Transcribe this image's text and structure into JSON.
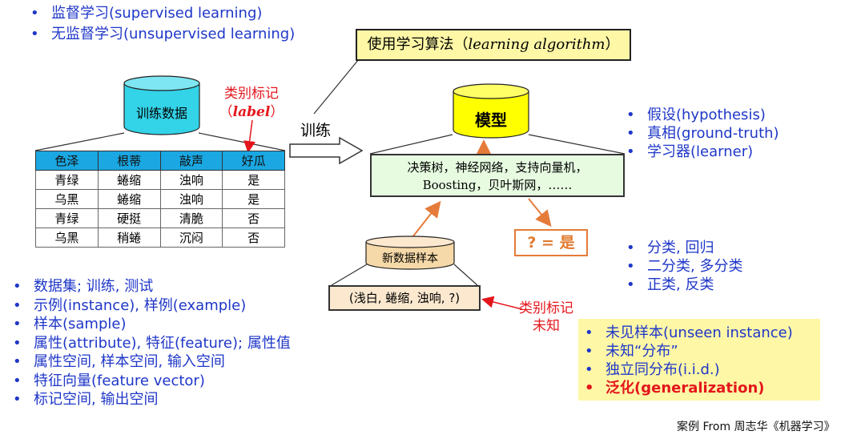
{
  "top_list": [
    "监督学习(supervised learning)",
    "无监督学习(unsupervised learning)"
  ],
  "algorithm_box": {
    "prefix": "使用学习算法（",
    "italic": "learning algorithm",
    "suffix": "）"
  },
  "training_data_label": "训练数据",
  "label_annotation": {
    "line1": "类别标记",
    "line2_open": "（",
    "line2_italic": "label",
    "line2_close": "）"
  },
  "table": {
    "headers": [
      "色泽",
      "根蒂",
      "敲声",
      "好瓜"
    ],
    "rows": [
      [
        "青绿",
        "蜷缩",
        "浊响",
        "是"
      ],
      [
        "乌黑",
        "蜷缩",
        "浊响",
        "是"
      ],
      [
        "青绿",
        "硬挺",
        "清脆",
        "否"
      ],
      [
        "乌黑",
        "稍蜷",
        "沉闷",
        "否"
      ]
    ]
  },
  "train_label": "训练",
  "model_label": "模型",
  "model_examples": {
    "line1": "决策树，神经网络，支持向量机，",
    "line2": "Boosting，贝叶斯网，……"
  },
  "right_list1": [
    "假设(hypothesis)",
    "真相(ground-truth)",
    "学习器(learner)"
  ],
  "right_list2": [
    "分类, 回归",
    "二分类, 多分类",
    "正类, 反类"
  ],
  "new_sample_label": "新数据样本",
  "new_sample_value": "(浅白, 蜷缩, 浊响, ?)",
  "answer": "? = 是",
  "unknown_annotation": {
    "line1": "类别标记",
    "line2": "未知"
  },
  "left_list": [
    "数据集; 训练, 测试",
    "示例(instance), 样例(example)",
    "样本(sample)",
    "属性(attribute), 特征(feature); 属性值",
    "属性空间, 样本空间, 输入空间",
    "特征向量(feature vector)",
    "标记空间, 输出空间"
  ],
  "right_list3": [
    "未见样本(unseen instance)",
    "未知“分布”",
    "独立同分布(i.i.d.)",
    "泛化(generalization)"
  ],
  "credit": "案例 From 周志华《机器学习》",
  "colors": {
    "blue_text": "#1f37c8",
    "red_text": "#e4161c",
    "table_header": "#1aa7e2",
    "cylinder_cyan": "#33d3e8",
    "cylinder_yellow": "#ffff00",
    "yellow_box": "#fdf7a6",
    "green_box": "#e6fbe0",
    "orange": "#e57b3a"
  }
}
